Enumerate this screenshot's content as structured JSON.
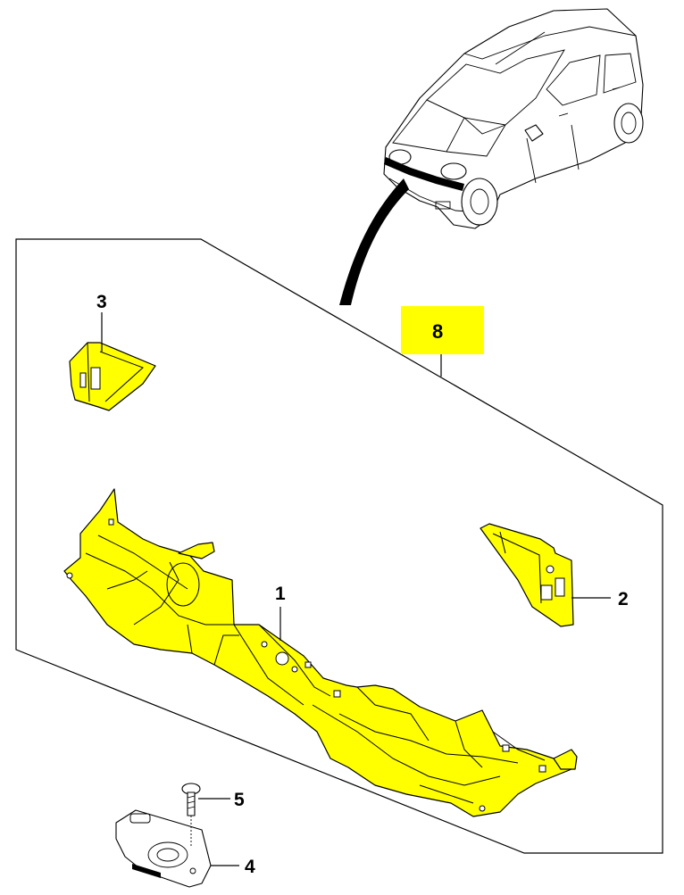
{
  "diagram": {
    "callouts": [
      {
        "id": "1",
        "text": "1"
      },
      {
        "id": "2",
        "text": "2"
      },
      {
        "id": "3",
        "text": "3"
      },
      {
        "id": "4",
        "text": "4"
      },
      {
        "id": "5",
        "text": "5"
      },
      {
        "id": "8",
        "text": "8"
      }
    ],
    "colors": {
      "part_fill": "#ffff00",
      "highlight_box": "#ffff00",
      "line": "#000000",
      "background": "#ffffff"
    }
  }
}
